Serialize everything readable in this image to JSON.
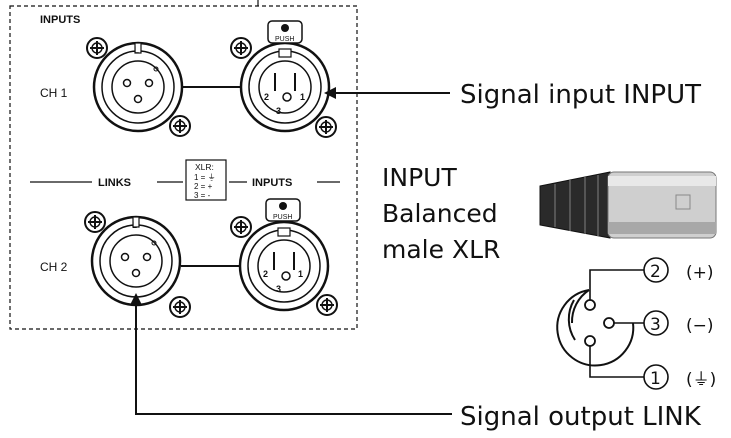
{
  "panel": {
    "inputs_header": "INPUTS",
    "ch1_label": "CH 1",
    "ch2_label": "CH 2",
    "links_label": "LINKS",
    "inputs_mid_label": "INPUTS",
    "push_top": "PUSH",
    "push_bottom": "PUSH",
    "xlr_legend": {
      "title": "XLR:",
      "line1": "1 = ⏚",
      "line2": "2 = +",
      "line3": "3 = -"
    },
    "pin_labels": {
      "pin1": "1",
      "pin2": "2",
      "pin3": "3"
    }
  },
  "callouts": {
    "signal_input": "Signal input INPUT",
    "signal_output": "Signal output LINK",
    "input_title": "INPUT",
    "input_line2": "Balanced",
    "input_line3": "male XLR"
  },
  "pinout": [
    {
      "pin": "2",
      "meaning": "(+)"
    },
    {
      "pin": "3",
      "meaning": "(−)"
    },
    {
      "pin": "1",
      "meaning": "(⏚)"
    }
  ]
}
